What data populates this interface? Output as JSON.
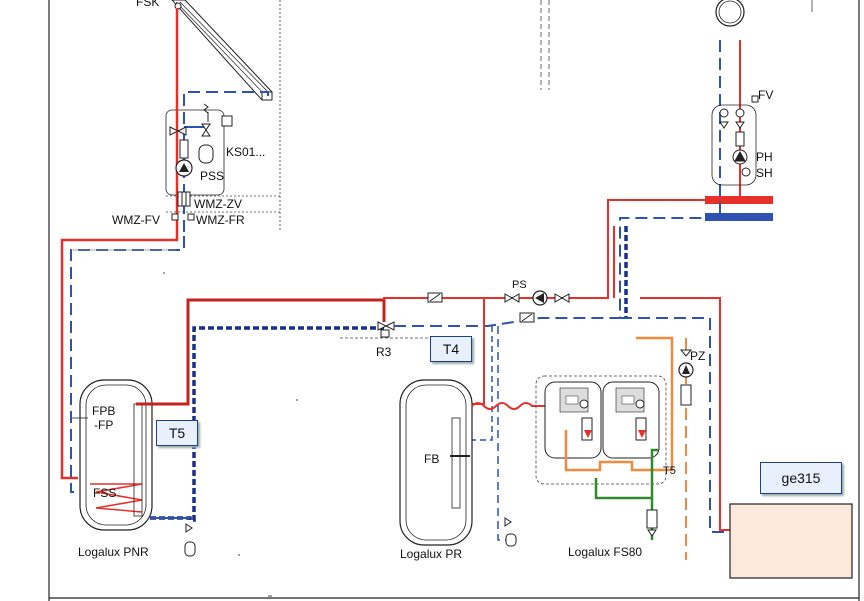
{
  "labels": {
    "fsk": "FSK",
    "ks01": "KS01...",
    "pss": "PSS",
    "wmz_zv": "WMZ-ZV",
    "wmz_fr": "WMZ-FR",
    "wmz_fv": "WMZ-FV",
    "fv": "FV",
    "ph": "PH",
    "sh": "SH",
    "ps": "PS",
    "r3": "R3",
    "pz": "PZ",
    "t5_small": "T5",
    "fpb": "FPB",
    "fp": "-FP",
    "fss": "FSS",
    "fb": "FB"
  },
  "boxes": {
    "t4": "T4",
    "t5": "T5",
    "ge315": "ge315"
  },
  "components": {
    "logalux_pnr": "Logalux PNR",
    "logalux_pr": "Logalux PR",
    "logalux_fs80": "Logalux FS80"
  },
  "colors": {
    "supply": "#e8302a",
    "return": "#2d52b3",
    "frame": "#222222",
    "green": "#2e8b2e",
    "orange": "#f08a3c",
    "boiler_fill": "#fde8dc"
  }
}
